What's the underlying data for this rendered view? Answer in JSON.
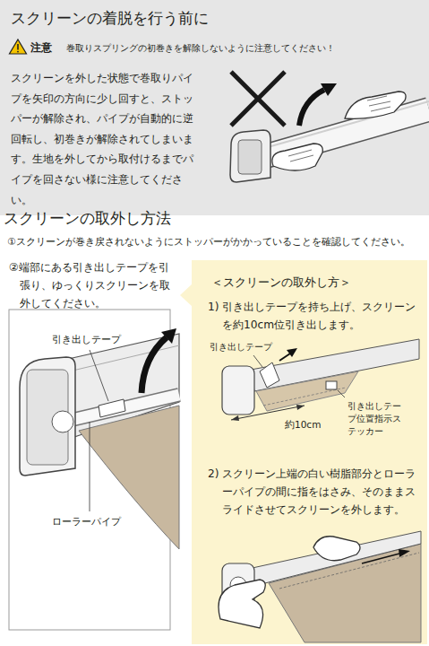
{
  "diagram": {
    "nodes": [
      {
        "text": [
          "スクリーンの着脱を行う前に",
          "注意",
          "巻取りスプリングの初巻きを解除しないように注意してください！",
          "スクリーンを外した状態で巻取りパイプを矢印の方向に少し回すと、ストッパーが解除され、パイプが自動的に逆回転し、初巻きが解除されてしまいます。生地を外してから取付けるまでパイプを回さない様に注意してください。"
        ]
      },
      {
        "text": [
          "＜スクリーンの取外し方＞",
          "1) 引き出しテープを持ち上げ、スクリーンを約10cm位引き出します。",
          "2) スクリーン上端の白い樹脂部分とローラーパイプの間に指をはさみ、そのままスライドさせてスクリーンを外します。"
        ]
      }
    ],
    "labels": [
      "スクリーンの取外し方法",
      "①スクリーンが巻き戻されないようにストッパーがかかっていることを確認してください。",
      "②端部にある引き出しテープを引張り、ゆっくりスクリーンを取外してください。",
      "引き出しテープ",
      "ローラーパイプ",
      "引き出しテープ",
      "約10cm",
      "引き出しテープ位置指示ステッカー"
    ]
  }
}
